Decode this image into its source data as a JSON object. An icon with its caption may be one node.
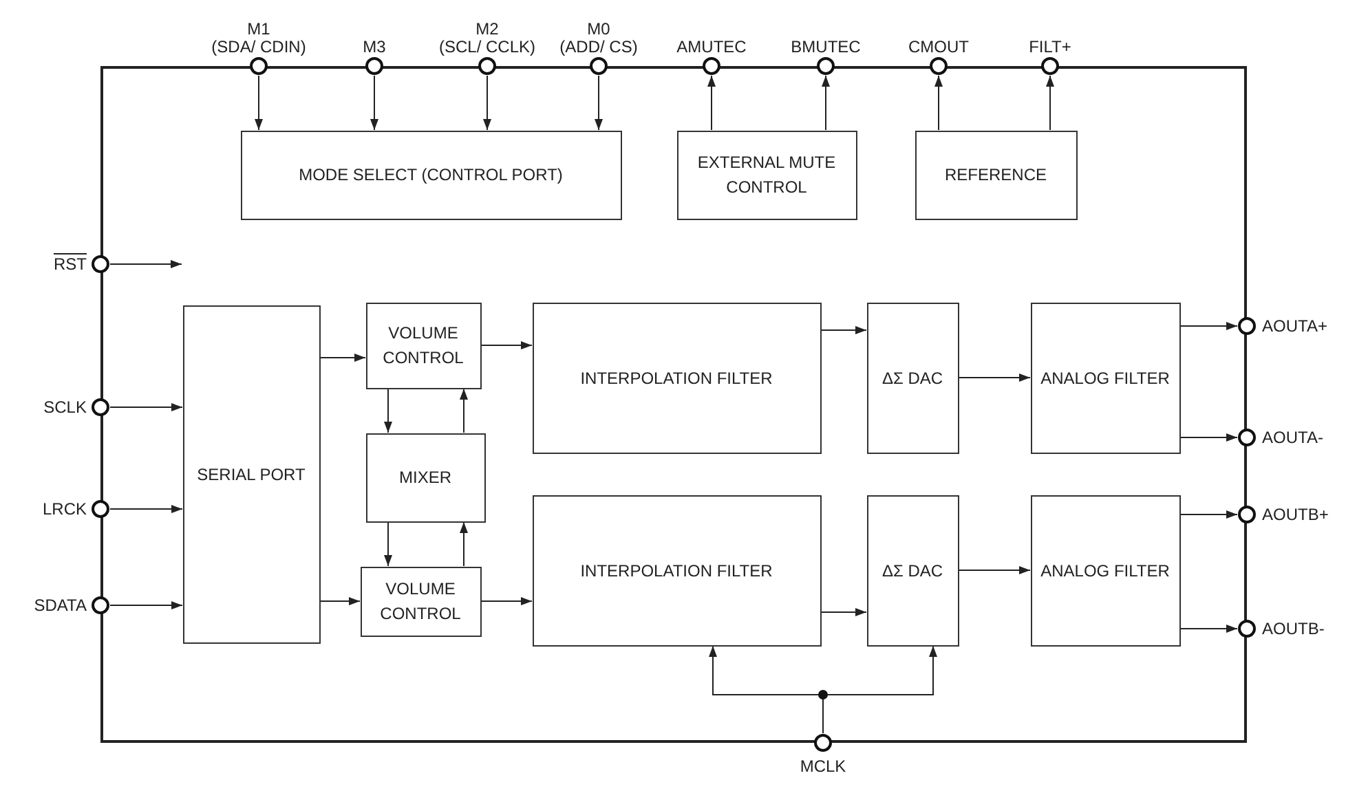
{
  "diagram": {
    "nodes": [
      {
        "text": [],
        "shape": "box"
      },
      {
        "text": [
          "M1 (SDA/ CDIN)"
        ]
      },
      {
        "text": [
          "M3"
        ]
      },
      {
        "text": [
          "M2 (SCL/ CCLK)"
        ]
      },
      {
        "text": [
          "M0 (ADD/ CS)"
        ]
      },
      {
        "text": [
          "AMUTEC"
        ]
      },
      {
        "text": [
          "BMUTEC"
        ]
      },
      {
        "text": [
          "CMOUT"
        ]
      },
      {
        "text": [
          "FILT+"
        ]
      },
      {
        "text": [
          "MODE SELECT (CONTROL PORT)"
        ],
        "in": 0
      },
      {
        "text": [
          "EXTERNAL MUTE CONTROL"
        ],
        "in": 0
      },
      {
        "text": [
          "REFERENCE"
        ],
        "in": 0
      },
      {
        "text": [
          "RST"
        ]
      },
      {
        "text": [
          "SCLK"
        ]
      },
      {
        "text": [
          "LRCK"
        ]
      },
      {
        "text": [
          "SDATA"
        ]
      },
      {
        "text": [
          "SERIAL PORT"
        ],
        "in": 0
      },
      {
        "text": [
          "VOLUME CONTROL"
        ],
        "in": 0
      },
      {
        "text": [
          "INTERPOLATION FILTER"
        ],
        "in": 0
      },
      {
        "text": [
          "ΔΣ DAC"
        ],
        "in": 0
      },
      {
        "text": [
          "ANALOG FILTER"
        ],
        "in": 0
      },
      {
        "text": [
          "MIXER"
        ],
        "in": 0
      },
      {
        "text": [
          "VOLUME CONTROL"
        ],
        "in": 0
      },
      {
        "text": [
          "INTERPOLATION FILTER"
        ],
        "in": 0
      },
      {
        "text": [
          "ΔΣ DAC"
        ],
        "in": 0
      },
      {
        "text": [
          "ANALOG FILTER"
        ],
        "in": 0
      },
      {
        "text": [
          "AOUTA+"
        ]
      },
      {
        "text": [
          "AOUTA-"
        ]
      },
      {
        "text": [
          "AOUTB+"
        ]
      },
      {
        "text": [
          "AOUTB-"
        ]
      },
      {
        "text": [
          "MCLK"
        ]
      }
    ],
    "edges": [
      {
        "from": 1,
        "to": 9,
        "arrow": "to"
      },
      {
        "from": 2,
        "to": 9,
        "arrow": "to"
      },
      {
        "from": 3,
        "to": 9,
        "arrow": "to"
      },
      {
        "from": 4,
        "to": 9,
        "arrow": "to"
      },
      {
        "from": 10,
        "to": 5,
        "arrow": "to"
      },
      {
        "from": 10,
        "to": 6,
        "arrow": "to"
      },
      {
        "from": 11,
        "to": 7,
        "arrow": "to"
      },
      {
        "from": 11,
        "to": 8,
        "arrow": "to"
      },
      {
        "from": 12,
        "to": null,
        "arrow": "to"
      },
      {
        "from": 13,
        "to": 16,
        "arrow": "to"
      },
      {
        "from": 14,
        "to": 16,
        "arrow": "to"
      },
      {
        "from": 15,
        "to": 16,
        "arrow": "to"
      },
      {
        "from": 16,
        "to": 17,
        "arrow": "to"
      },
      {
        "from": 16,
        "to": 22,
        "arrow": "to"
      },
      {
        "from": 17,
        "to": 21,
        "arrow": "to"
      },
      {
        "from": 21,
        "to": 17,
        "arrow": "to"
      },
      {
        "from": 21,
        "to": 22,
        "arrow": "to"
      },
      {
        "from": 22,
        "to": 21,
        "arrow": "to"
      },
      {
        "from": 17,
        "to": 18,
        "arrow": "to"
      },
      {
        "from": 22,
        "to": 23,
        "arrow": "to"
      },
      {
        "from": 18,
        "to": 19,
        "arrow": "to"
      },
      {
        "from": 23,
        "to": 24,
        "arrow": "to"
      },
      {
        "from": 19,
        "to": 20,
        "arrow": "to"
      },
      {
        "from": 24,
        "to": 25,
        "arrow": "to"
      },
      {
        "from": 20,
        "to": 26,
        "arrow": "to"
      },
      {
        "from": 20,
        "to": 27,
        "arrow": "to"
      },
      {
        "from": 25,
        "to": 28,
        "arrow": "to"
      },
      {
        "from": 25,
        "to": 29,
        "arrow": "to"
      },
      {
        "from": 30,
        "to": 23,
        "arrow": "to"
      },
      {
        "from": 30,
        "to": 24,
        "arrow": "to"
      }
    ]
  }
}
